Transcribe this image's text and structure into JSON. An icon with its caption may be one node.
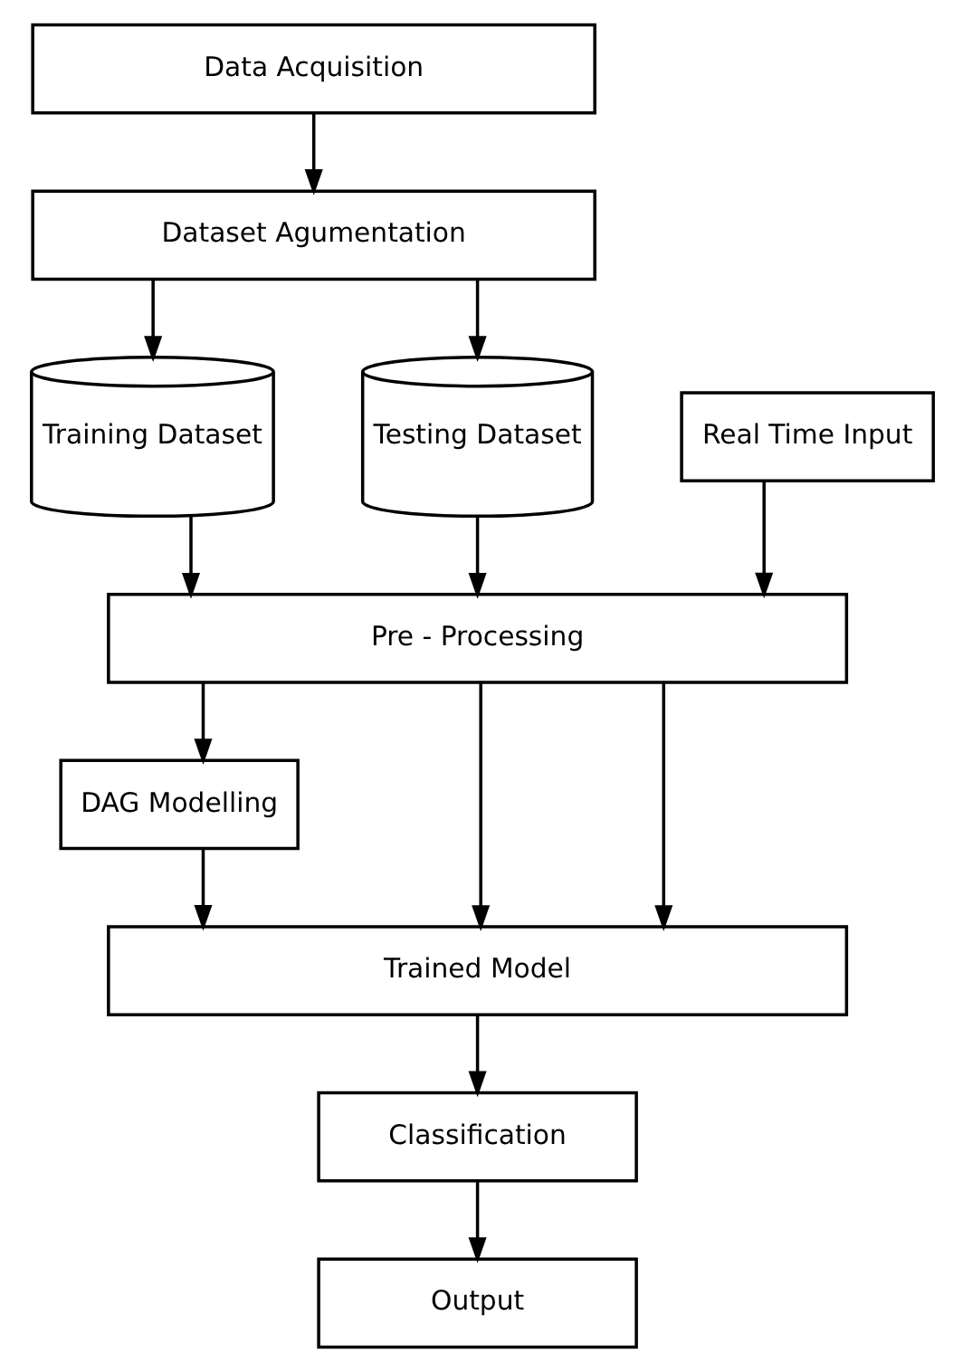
{
  "diagram": {
    "nodes": [
      {
        "text": [
          "Data Acquisition"
        ]
      },
      {
        "text": [
          "Dataset Agumentation"
        ]
      },
      {
        "text": [
          "Training Dataset"
        ]
      },
      {
        "text": [
          "Testing Dataset"
        ]
      },
      {
        "text": [
          "Real Time Input"
        ]
      },
      {
        "text": [
          "Pre - Processing"
        ]
      },
      {
        "text": [
          "DAG Modelling"
        ]
      },
      {
        "text": [
          "Trained Model"
        ]
      },
      {
        "text": [
          "Classification"
        ]
      },
      {
        "text": [
          "Output"
        ]
      }
    ],
    "edges": [
      {
        "from": 0,
        "to": 1,
        "arrow": "to"
      },
      {
        "from": 1,
        "to": 2,
        "arrow": "to"
      },
      {
        "from": 1,
        "to": 3,
        "arrow": "to"
      },
      {
        "from": 2,
        "to": 5,
        "arrow": "to"
      },
      {
        "from": 3,
        "to": 5,
        "arrow": "to"
      },
      {
        "from": 4,
        "to": 5,
        "arrow": "to"
      },
      {
        "from": 5,
        "to": 6,
        "arrow": "to"
      },
      {
        "from": 6,
        "to": 7,
        "arrow": "to"
      },
      {
        "from": 5,
        "to": 7,
        "arrow": "to"
      },
      {
        "from": 5,
        "to": 7,
        "arrow": "to"
      },
      {
        "from": 7,
        "to": 8,
        "arrow": "to"
      },
      {
        "from": 8,
        "to": 9,
        "arrow": "to"
      }
    ]
  }
}
